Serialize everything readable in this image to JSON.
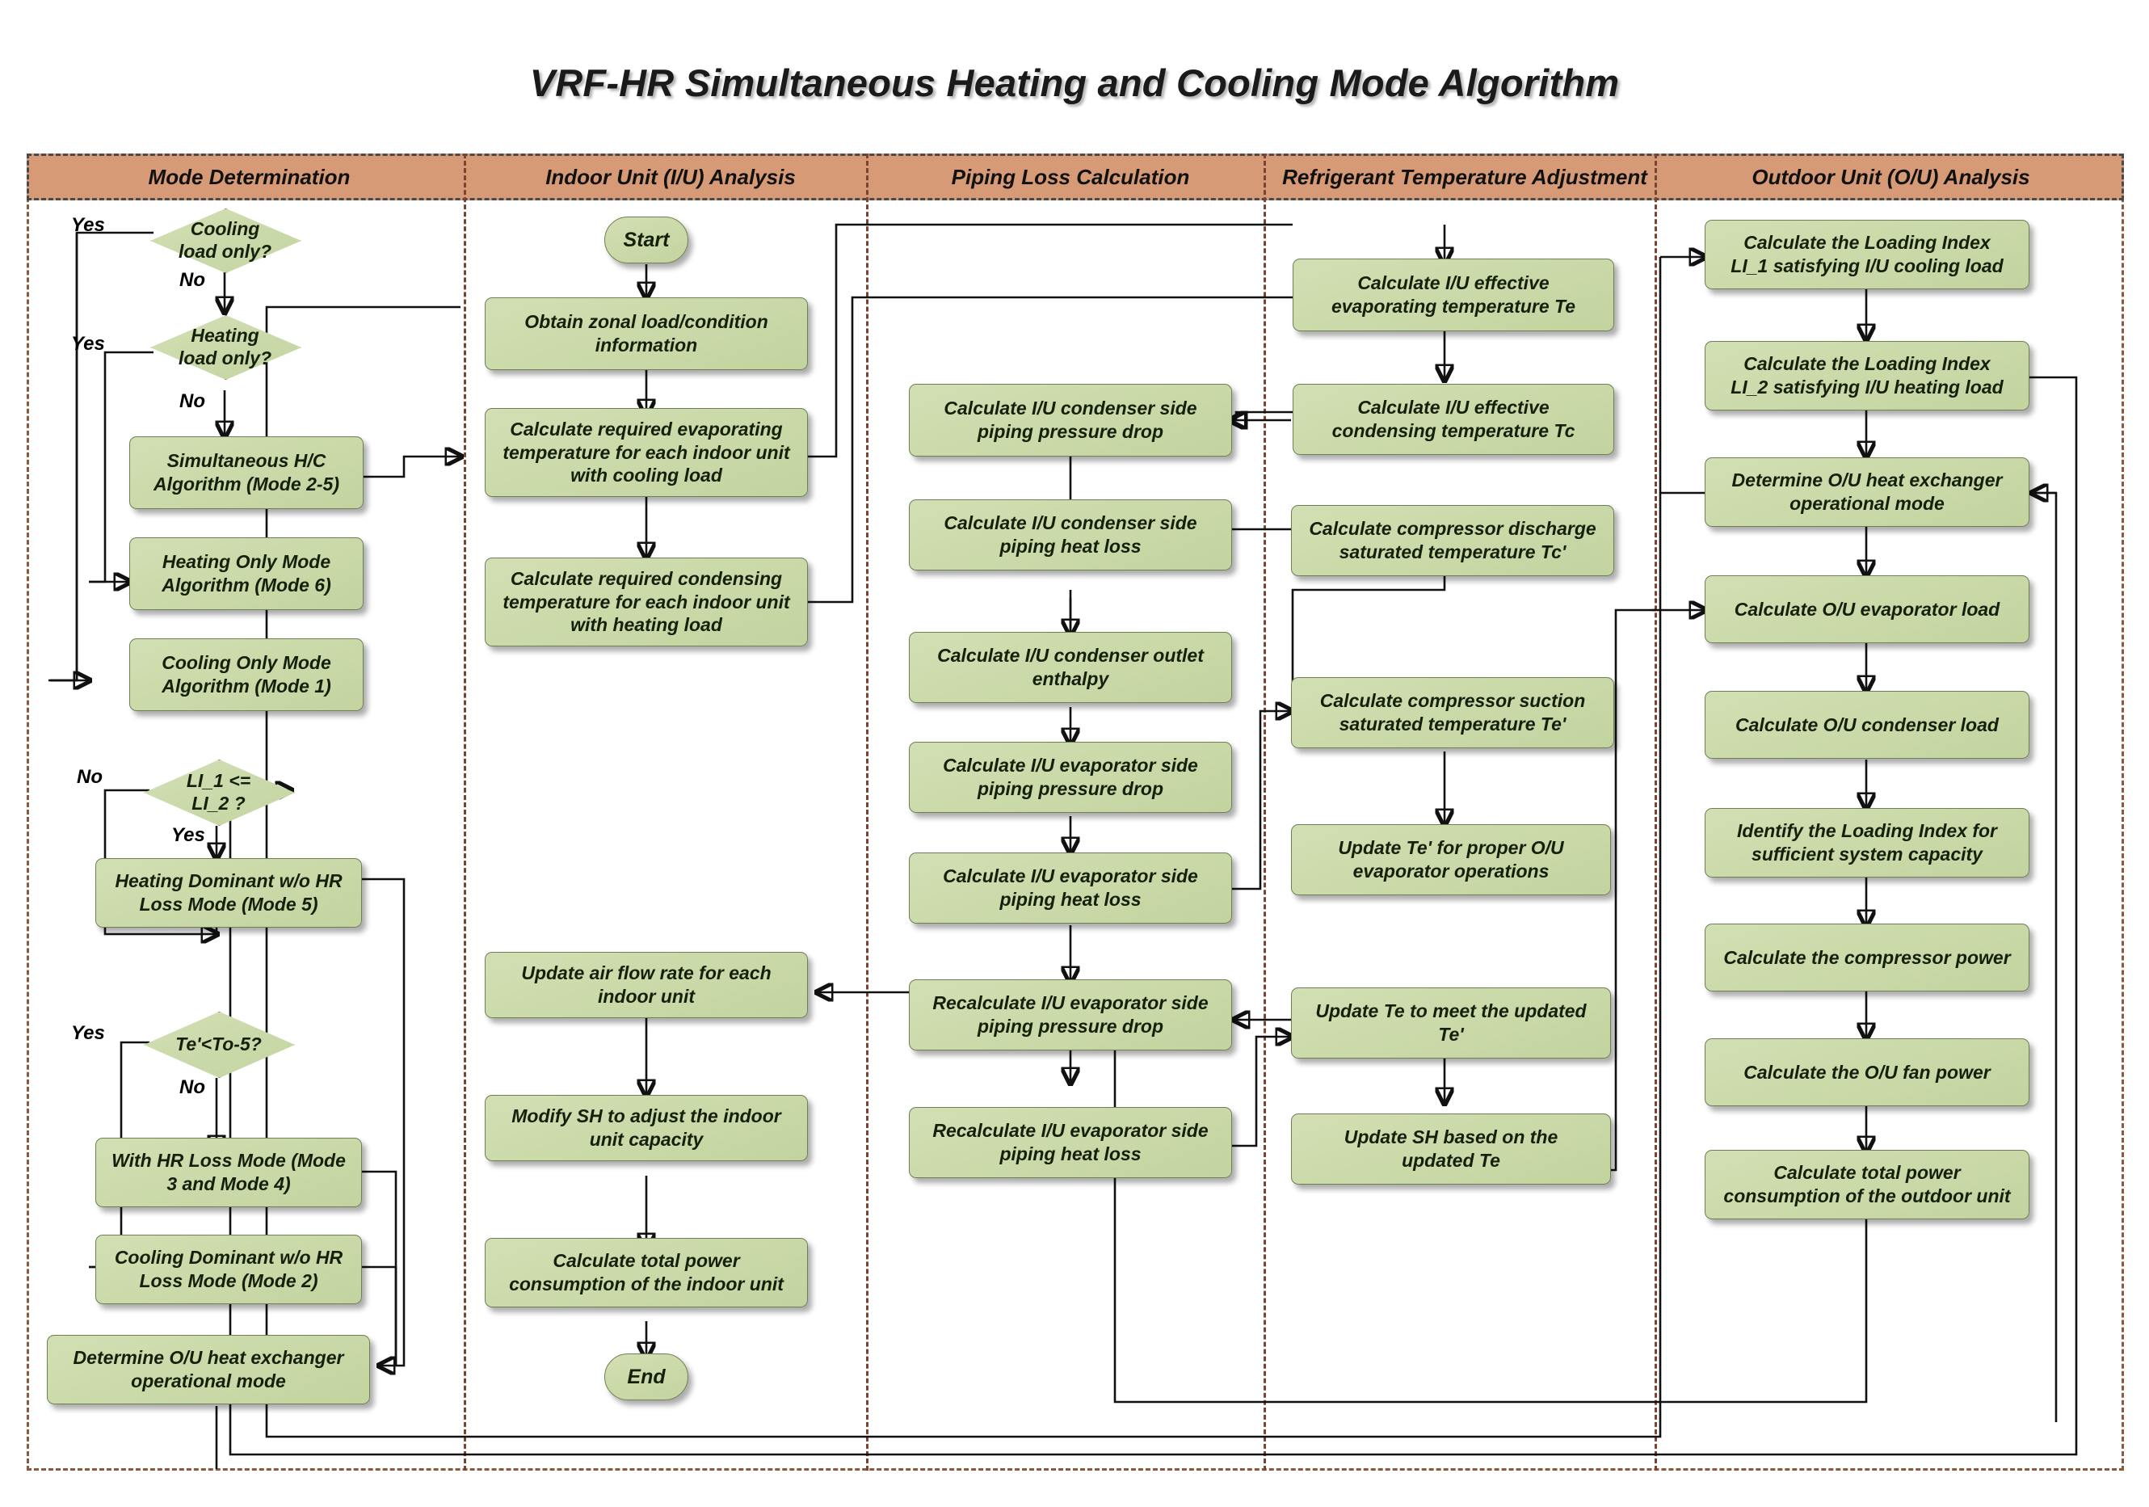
{
  "title": "VRF-HR Simultaneous Heating and Cooling Mode Algorithm",
  "columns": [
    {
      "label": "Mode Determination"
    },
    {
      "label": "Indoor Unit (I/U) Analysis"
    },
    {
      "label": "Piping Loss Calculation"
    },
    {
      "label": "Refrigerant Temperature Adjustment"
    },
    {
      "label": "Outdoor Unit (O/U) Analysis"
    }
  ],
  "colors": {
    "header_band": "#d79a77",
    "node_fill": "#cbdaa9",
    "node_border": "#6f7f55",
    "divider": "#7a4431",
    "frame": "#8a5a3c",
    "connector": "#111111"
  },
  "nodes": {
    "mode": {
      "cooling_load_only": "Cooling\nload only?",
      "heating_load_only": "Heating\nload only?",
      "simultaneous_hc": "Simultaneous H/C\nAlgorithm (Mode 2-5)",
      "heating_only": "Heating Only Mode\nAlgorithm (Mode 6)",
      "cooling_only": "Cooling Only Mode\nAlgorithm (Mode 1)",
      "li_compare": "LI_1 <=\nLI_2 ?",
      "heating_dominant": "Heating Dominant w/o HR\nLoss Mode (Mode 5)",
      "te_check": "Te'<To-5?",
      "with_hr_loss": "With HR Loss Mode (Mode\n3 and Mode 4)",
      "cooling_dominant": "Cooling Dominant w/o HR\nLoss Mode (Mode 2)",
      "determine_ou_hx": "Determine O/U heat exchanger\noperational mode"
    },
    "indoor": {
      "start": "Start",
      "obtain_zonal": "Obtain zonal load/condition\ninformation",
      "calc_evap_temp": "Calculate required evaporating\ntemperature for each indoor unit\nwith cooling load",
      "calc_cond_temp": "Calculate required condensing\ntemperature for each indoor unit\nwith heating load",
      "update_airflow": "Update air flow rate for each\nindoor unit",
      "modify_sh": "Modify SH to adjust the indoor\nunit capacity",
      "calc_total_power": "Calculate total power\nconsumption of the indoor unit",
      "end": "End"
    },
    "piping": {
      "cond_pressure_drop": "Calculate I/U condenser side\npiping pressure drop",
      "cond_heat_loss": "Calculate I/U condenser side\npiping heat loss",
      "cond_outlet_enthalpy": "Calculate I/U condenser outlet\nenthalpy",
      "evap_pressure_drop": "Calculate I/U evaporator side\npiping pressure drop",
      "evap_heat_loss": "Calculate I/U evaporator side\npiping heat loss",
      "recalc_evap_pressure_drop": "Recalculate I/U evaporator side\npiping pressure drop",
      "recalc_evap_heat_loss": "Recalculate I/U evaporator side\npiping heat loss"
    },
    "refrigerant": {
      "effective_te": "Calculate I/U effective\nevaporating temperature Te",
      "effective_tc": "Calculate I/U effective\ncondensing temperature Tc",
      "discharge_tc": "Calculate compressor discharge\nsaturated temperature Tc'",
      "suction_te": "Calculate compressor suction\nsaturated temperature Te'",
      "update_te_prime": "Update Te' for proper O/U\nevaporator operations",
      "update_te": "Update Te to meet the updated\nTe'",
      "update_sh": "Update SH based on the\nupdated Te"
    },
    "outdoor": {
      "li1": "Calculate the Loading Index\nLI_1 satisfying I/U cooling load",
      "li2": "Calculate the Loading Index\nLI_2 satisfying I/U heating load",
      "determine_hx_mode": "Determine O/U heat exchanger\noperational mode",
      "evap_load": "Calculate O/U evaporator load",
      "cond_load": "Calculate O/U condenser load",
      "identify_li": "Identify the Loading Index for\nsufficient system capacity",
      "compressor_power": "Calculate the compressor power",
      "fan_power": "Calculate the O/U fan power",
      "total_power": "Calculate total power\nconsumption of the outdoor unit"
    }
  },
  "edge_labels": {
    "cooling_yes": "Yes",
    "cooling_no": "No",
    "heating_yes": "Yes",
    "heating_no": "No",
    "li_no": "No",
    "li_yes": "Yes",
    "te_yes": "Yes",
    "te_no": "No"
  }
}
